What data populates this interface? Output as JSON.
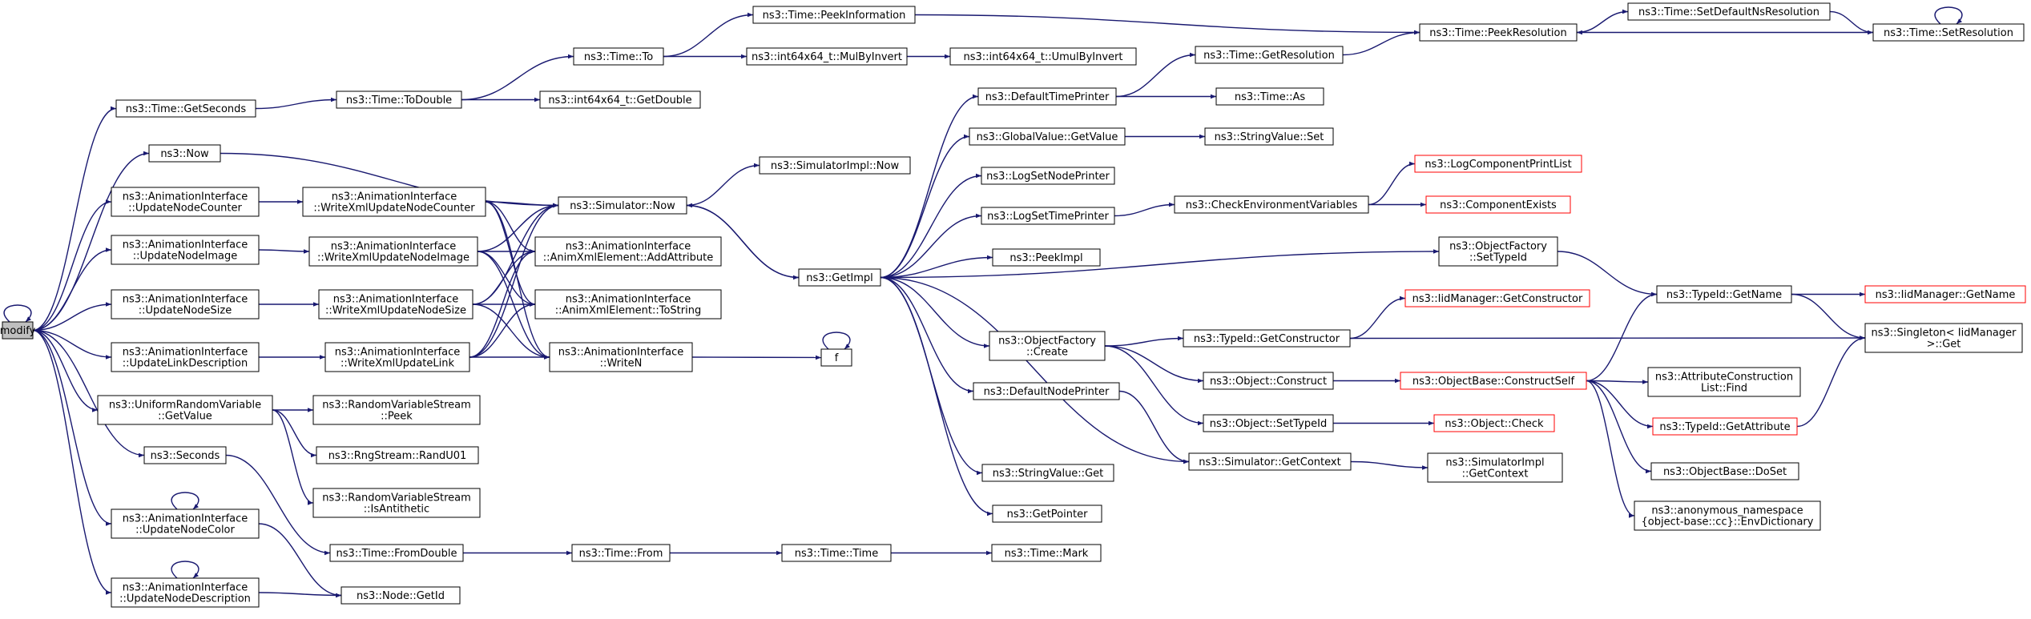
{
  "graph": {
    "colors": {
      "background": "#ffffff",
      "edge": "#191970",
      "node_border_default": "#000000",
      "node_border_truncated": "#ff0000",
      "node_fill_default": "#ffffff",
      "node_fill_root": "#bfbfbf",
      "text": "#000000"
    },
    "nodes": [
      {
        "id": "modify",
        "lines": [
          "modify"
        ],
        "root": true
      },
      {
        "id": "getSeconds",
        "lines": [
          "ns3::Time::GetSeconds"
        ]
      },
      {
        "id": "now",
        "lines": [
          "ns3::Now"
        ]
      },
      {
        "id": "updNodeCounter",
        "lines": [
          "ns3::AnimationInterface",
          "::UpdateNodeCounter"
        ]
      },
      {
        "id": "updNodeImage",
        "lines": [
          "ns3::AnimationInterface",
          "::UpdateNodeImage"
        ]
      },
      {
        "id": "updNodeSize",
        "lines": [
          "ns3::AnimationInterface",
          "::UpdateNodeSize"
        ]
      },
      {
        "id": "updLinkDesc",
        "lines": [
          "ns3::AnimationInterface",
          "::UpdateLinkDescription"
        ]
      },
      {
        "id": "uniformGetValue",
        "lines": [
          "ns3::UniformRandomVariable",
          "::GetValue"
        ]
      },
      {
        "id": "seconds",
        "lines": [
          "ns3::Seconds"
        ]
      },
      {
        "id": "updNodeColor",
        "lines": [
          "ns3::AnimationInterface",
          "::UpdateNodeColor"
        ]
      },
      {
        "id": "updNodeDesc",
        "lines": [
          "ns3::AnimationInterface",
          "::UpdateNodeDescription"
        ]
      },
      {
        "id": "toDouble",
        "lines": [
          "ns3::Time::ToDouble"
        ]
      },
      {
        "id": "wrNodeCounter",
        "lines": [
          "ns3::AnimationInterface",
          "::WriteXmlUpdateNodeCounter"
        ]
      },
      {
        "id": "wrNodeImage",
        "lines": [
          "ns3::AnimationInterface",
          "::WriteXmlUpdateNodeImage"
        ]
      },
      {
        "id": "wrNodeSize",
        "lines": [
          "ns3::AnimationInterface",
          "::WriteXmlUpdateNodeSize"
        ]
      },
      {
        "id": "wrLink",
        "lines": [
          "ns3::AnimationInterface",
          "::WriteXmlUpdateLink"
        ]
      },
      {
        "id": "rvsPeek",
        "lines": [
          "ns3::RandomVariableStream",
          "::Peek"
        ]
      },
      {
        "id": "randU01",
        "lines": [
          "ns3::RngStream::RandU01"
        ]
      },
      {
        "id": "isAntithetic",
        "lines": [
          "ns3::RandomVariableStream",
          "::IsAntithetic"
        ]
      },
      {
        "id": "fromDouble",
        "lines": [
          "ns3::Time::FromDouble"
        ]
      },
      {
        "id": "getId",
        "lines": [
          "ns3::Node::GetId"
        ]
      },
      {
        "id": "timeTo",
        "lines": [
          "ns3::Time::To"
        ]
      },
      {
        "id": "getDouble",
        "lines": [
          "ns3::int64x64_t::GetDouble"
        ]
      },
      {
        "id": "simNow",
        "lines": [
          "ns3::Simulator::Now"
        ]
      },
      {
        "id": "addAttr",
        "lines": [
          "ns3::AnimationInterface",
          "::AnimXmlElement::AddAttribute"
        ]
      },
      {
        "id": "toString",
        "lines": [
          "ns3::AnimationInterface",
          "::AnimXmlElement::ToString"
        ]
      },
      {
        "id": "writeN",
        "lines": [
          "ns3::AnimationInterface",
          "::WriteN"
        ]
      },
      {
        "id": "timeFrom",
        "lines": [
          "ns3::Time::From"
        ]
      },
      {
        "id": "peekInfo",
        "lines": [
          "ns3::Time::PeekInformation"
        ]
      },
      {
        "id": "mulByInvert",
        "lines": [
          "ns3::int64x64_t::MulByInvert"
        ]
      },
      {
        "id": "simImplNow",
        "lines": [
          "ns3::SimulatorImpl::Now"
        ]
      },
      {
        "id": "getImpl",
        "lines": [
          "ns3::GetImpl"
        ]
      },
      {
        "id": "f",
        "lines": [
          "f"
        ]
      },
      {
        "id": "timeTime",
        "lines": [
          "ns3::Time::Time"
        ]
      },
      {
        "id": "umulByInvert",
        "lines": [
          "ns3::int64x64_t::UmulByInvert"
        ]
      },
      {
        "id": "defTimePrinter",
        "lines": [
          "ns3::DefaultTimePrinter"
        ]
      },
      {
        "id": "gvGetValue",
        "lines": [
          "ns3::GlobalValue::GetValue"
        ]
      },
      {
        "id": "logSetNodePrinter",
        "lines": [
          "ns3::LogSetNodePrinter"
        ]
      },
      {
        "id": "logSetTimePrinter",
        "lines": [
          "ns3::LogSetTimePrinter"
        ]
      },
      {
        "id": "peekImpl",
        "lines": [
          "ns3::PeekImpl"
        ]
      },
      {
        "id": "ofCreate",
        "lines": [
          "ns3::ObjectFactory",
          "::Create"
        ]
      },
      {
        "id": "defNodePrinter",
        "lines": [
          "ns3::DefaultNodePrinter"
        ]
      },
      {
        "id": "svGet",
        "lines": [
          "ns3::StringValue::Get"
        ]
      },
      {
        "id": "getPointer",
        "lines": [
          "ns3::GetPointer"
        ]
      },
      {
        "id": "timeMark",
        "lines": [
          "ns3::Time::Mark"
        ]
      },
      {
        "id": "getResolution",
        "lines": [
          "ns3::Time::GetResolution"
        ]
      },
      {
        "id": "timeAs",
        "lines": [
          "ns3::Time::As"
        ]
      },
      {
        "id": "svSet",
        "lines": [
          "ns3::StringValue::Set"
        ]
      },
      {
        "id": "checkEnv",
        "lines": [
          "ns3::CheckEnvironmentVariables"
        ]
      },
      {
        "id": "tidGetCtor",
        "lines": [
          "ns3::TypeId::GetConstructor"
        ]
      },
      {
        "id": "objConstruct",
        "lines": [
          "ns3::Object::Construct"
        ]
      },
      {
        "id": "objSetTypeId",
        "lines": [
          "ns3::Object::SetTypeId"
        ]
      },
      {
        "id": "simGetContext",
        "lines": [
          "ns3::Simulator::GetContext"
        ]
      },
      {
        "id": "peekResolution",
        "lines": [
          "ns3::Time::PeekResolution"
        ]
      },
      {
        "id": "logCompPrintList",
        "lines": [
          "ns3::LogComponentPrintList"
        ],
        "truncated": true
      },
      {
        "id": "compExists",
        "lines": [
          "ns3::ComponentExists"
        ],
        "truncated": true
      },
      {
        "id": "ofSetTypeId",
        "lines": [
          "ns3::ObjectFactory",
          "::SetTypeId"
        ]
      },
      {
        "id": "iidGetCtor",
        "lines": [
          "ns3::IidManager::GetConstructor"
        ],
        "truncated": true
      },
      {
        "id": "obConstructSelf",
        "lines": [
          "ns3::ObjectBase::ConstructSelf"
        ],
        "truncated": true
      },
      {
        "id": "objCheck",
        "lines": [
          "ns3::Object::Check"
        ],
        "truncated": true
      },
      {
        "id": "simImplGetContext",
        "lines": [
          "ns3::SimulatorImpl",
          "::GetContext"
        ]
      },
      {
        "id": "anonEnvDict",
        "lines": [
          "ns3::anonymous_namespace",
          "{object-base::cc}::EnvDictionary"
        ]
      },
      {
        "id": "setDefaultNsRes",
        "lines": [
          "ns3::Time::SetDefaultNsResolution"
        ]
      },
      {
        "id": "tidGetName",
        "lines": [
          "ns3::TypeId::GetName"
        ]
      },
      {
        "id": "attrCtorFind",
        "lines": [
          "ns3::AttributeConstruction",
          "List::Find"
        ]
      },
      {
        "id": "tidGetAttribute",
        "lines": [
          "ns3::TypeId::GetAttribute"
        ],
        "truncated": true
      },
      {
        "id": "obDoSet",
        "lines": [
          "ns3::ObjectBase::DoSet"
        ]
      },
      {
        "id": "setResolution",
        "lines": [
          "ns3::Time::SetResolution"
        ]
      },
      {
        "id": "iidGetName",
        "lines": [
          "ns3::IidManager::GetName"
        ],
        "truncated": true
      },
      {
        "id": "singletonGet",
        "lines": [
          "ns3::Singleton< IidManager",
          " >::Get"
        ]
      }
    ]
  }
}
